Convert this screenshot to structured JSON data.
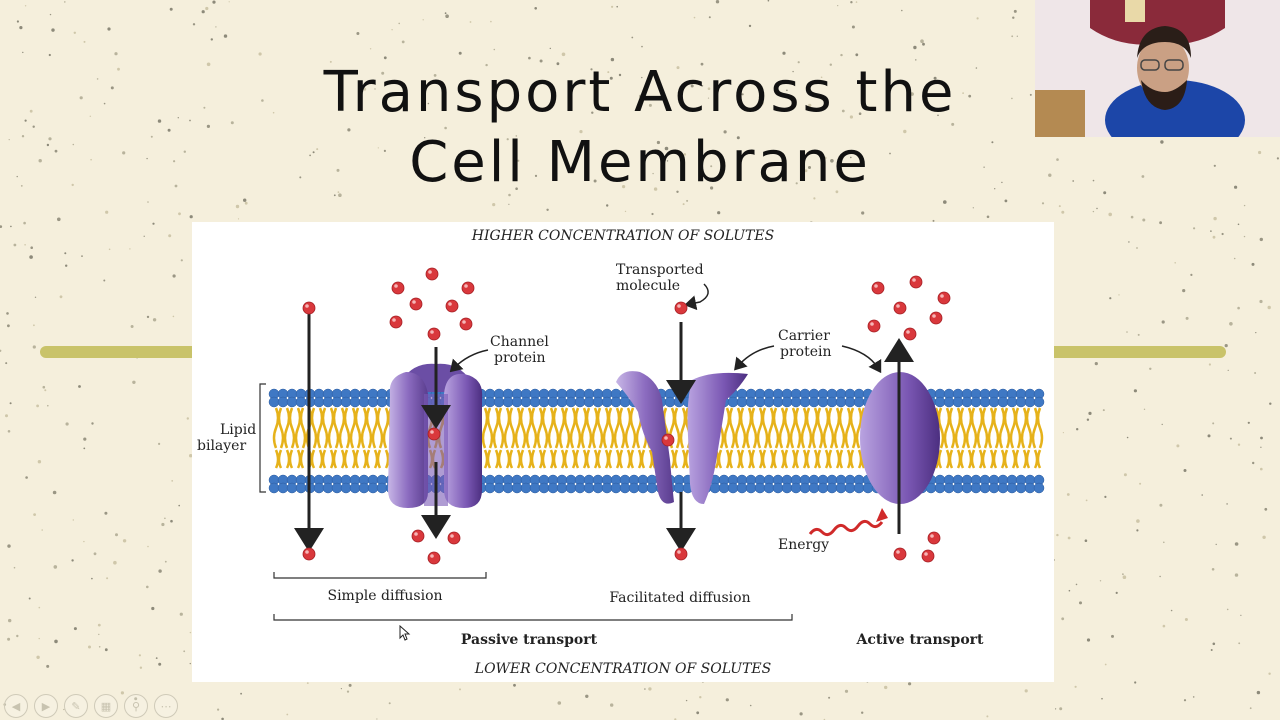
{
  "slide": {
    "title_line1": "Transport Across the",
    "title_line2": "Cell Membrane"
  },
  "figure": {
    "higher_conc": "HIGHER CONCENTRATION OF SOLUTES",
    "lower_conc": "LOWER CONCENTRATION OF SOLUTES",
    "lipid_line1": "Lipid",
    "lipid_line2": "bilayer",
    "channel_line1": "Channel",
    "channel_line2": "protein",
    "transported_line1": "Transported",
    "transported_line2": "molecule",
    "carrier_line1": "Carrier",
    "carrier_line2": "protein",
    "energy": "Energy",
    "simple_diffusion": "Simple diffusion",
    "facilitated_diffusion": "Facilitated diffusion",
    "passive_transport": "Passive transport",
    "active_transport": "Active transport"
  },
  "colors": {
    "slide_bg": "#f5efdc",
    "membrane_head": "#3f78c4",
    "membrane_tail": "#e6b21a",
    "protein": "#8c6cc0",
    "solute": "#d9383c"
  },
  "toolbar": {
    "icons": [
      "prev-icon",
      "play-icon",
      "pen-icon",
      "slides-grid-icon",
      "zoom-icon",
      "more-icon"
    ]
  }
}
